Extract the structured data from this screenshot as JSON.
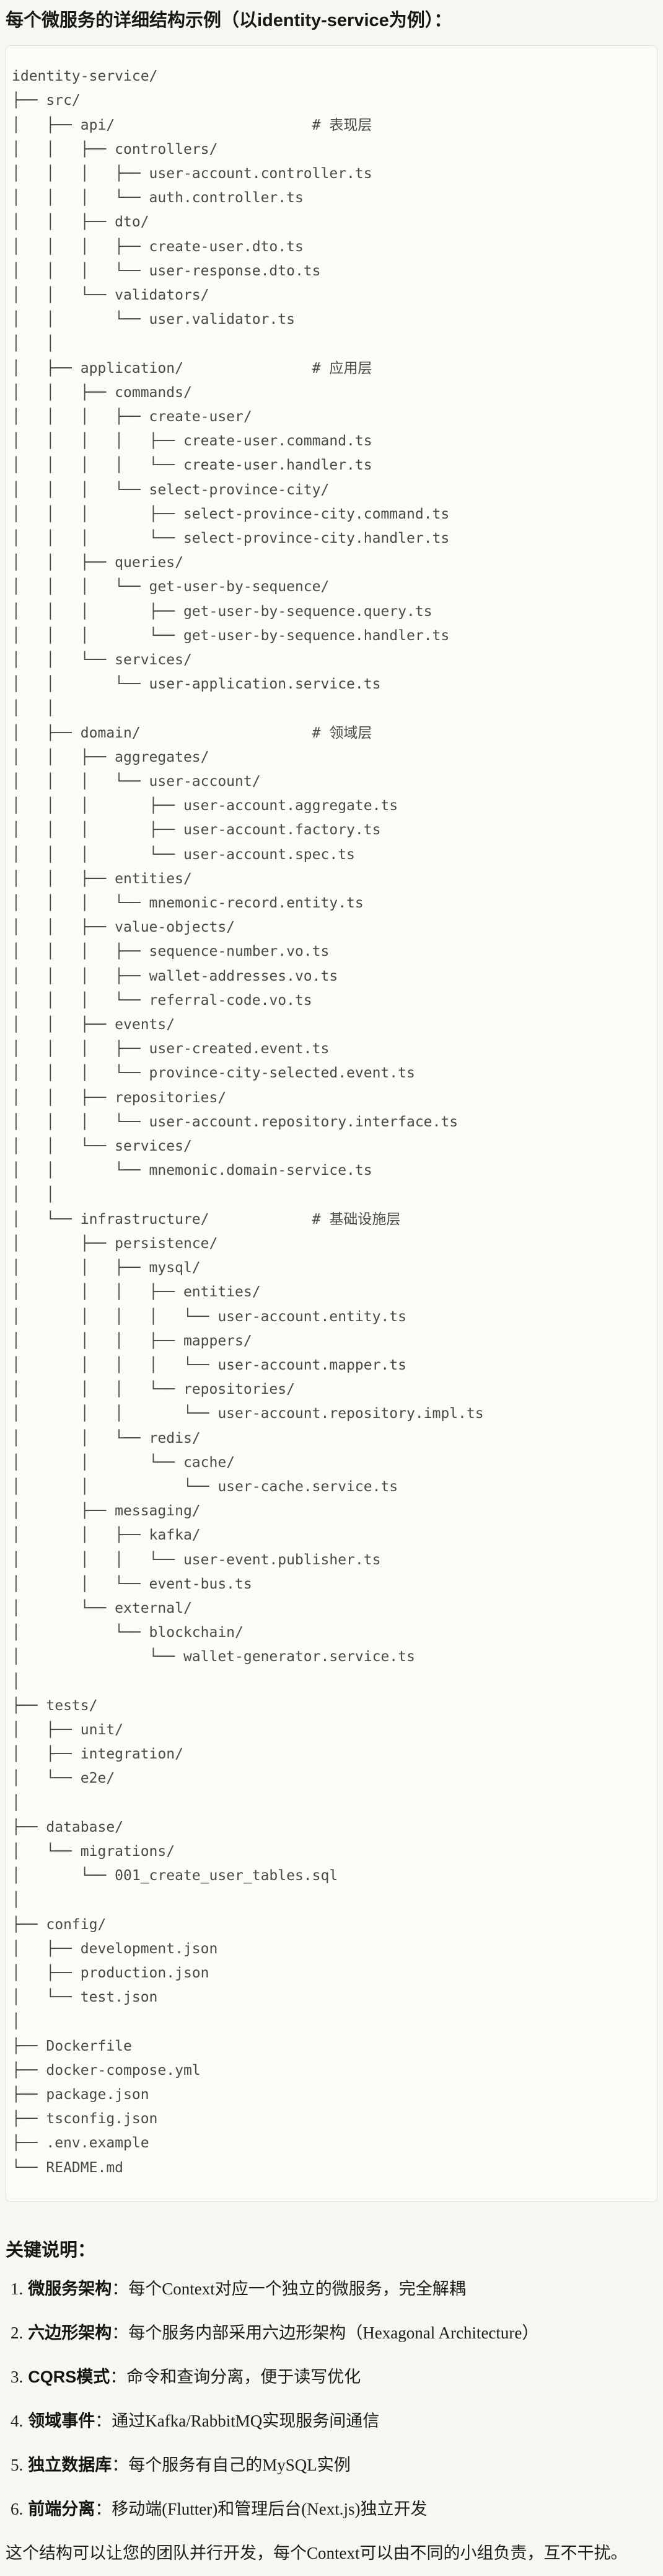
{
  "title": "每个微服务的详细结构示例（以identity-service为例）：",
  "colors": {
    "page_bg": "#f7f6f1",
    "code_bg": "#fcfbf7",
    "code_border": "#e3e1d8",
    "tree_text": "#4a4943",
    "heading_text": "#181711",
    "body_text": "#1e1d19"
  },
  "code_block": {
    "tree_lines": [
      "identity-service/",
      "├── src/",
      "│   ├── api/                       # 表现层",
      "│   │   ├── controllers/",
      "│   │   │   ├── user-account.controller.ts",
      "│   │   │   └── auth.controller.ts",
      "│   │   ├── dto/",
      "│   │   │   ├── create-user.dto.ts",
      "│   │   │   └── user-response.dto.ts",
      "│   │   └── validators/",
      "│   │       └── user.validator.ts",
      "│   │",
      "│   ├── application/               # 应用层",
      "│   │   ├── commands/",
      "│   │   │   ├── create-user/",
      "│   │   │   │   ├── create-user.command.ts",
      "│   │   │   │   └── create-user.handler.ts",
      "│   │   │   └── select-province-city/",
      "│   │   │       ├── select-province-city.command.ts",
      "│   │   │       └── select-province-city.handler.ts",
      "│   │   ├── queries/",
      "│   │   │   └── get-user-by-sequence/",
      "│   │   │       ├── get-user-by-sequence.query.ts",
      "│   │   │       └── get-user-by-sequence.handler.ts",
      "│   │   └── services/",
      "│   │       └── user-application.service.ts",
      "│   │",
      "│   ├── domain/                    # 领域层",
      "│   │   ├── aggregates/",
      "│   │   │   └── user-account/",
      "│   │   │       ├── user-account.aggregate.ts",
      "│   │   │       ├── user-account.factory.ts",
      "│   │   │       └── user-account.spec.ts",
      "│   │   ├── entities/",
      "│   │   │   └── mnemonic-record.entity.ts",
      "│   │   ├── value-objects/",
      "│   │   │   ├── sequence-number.vo.ts",
      "│   │   │   ├── wallet-addresses.vo.ts",
      "│   │   │   └── referral-code.vo.ts",
      "│   │   ├── events/",
      "│   │   │   ├── user-created.event.ts",
      "│   │   │   └── province-city-selected.event.ts",
      "│   │   ├── repositories/",
      "│   │   │   └── user-account.repository.interface.ts",
      "│   │   └── services/",
      "│   │       └── mnemonic.domain-service.ts",
      "│   │",
      "│   └── infrastructure/            # 基础设施层",
      "│       ├── persistence/",
      "│       │   ├── mysql/",
      "│       │   │   ├── entities/",
      "│       │   │   │   └── user-account.entity.ts",
      "│       │   │   ├── mappers/",
      "│       │   │   │   └── user-account.mapper.ts",
      "│       │   │   └── repositories/",
      "│       │   │       └── user-account.repository.impl.ts",
      "│       │   └── redis/",
      "│       │       └── cache/",
      "│       │           └── user-cache.service.ts",
      "│       ├── messaging/",
      "│       │   ├── kafka/",
      "│       │   │   └── user-event.publisher.ts",
      "│       │   └── event-bus.ts",
      "│       └── external/",
      "│           └── blockchain/",
      "│               └── wallet-generator.service.ts",
      "│",
      "├── tests/",
      "│   ├── unit/",
      "│   ├── integration/",
      "│   └── e2e/",
      "│",
      "├── database/",
      "│   └── migrations/",
      "│       └── 001_create_user_tables.sql",
      "│",
      "├── config/",
      "│   ├── development.json",
      "│   ├── production.json",
      "│   └── test.json",
      "│",
      "├── Dockerfile",
      "├── docker-compose.yml",
      "├── package.json",
      "├── tsconfig.json",
      "├── .env.example",
      "└── README.md"
    ]
  },
  "notes": {
    "heading": "关键说明：",
    "items": [
      {
        "num": "1.",
        "term": "微服务架构",
        "desc": "：每个Context对应一个独立的微服务，完全解耦"
      },
      {
        "num": "2.",
        "term": "六边形架构",
        "desc": "：每个服务内部采用六边形架构（Hexagonal Architecture）"
      },
      {
        "num": "3.",
        "term": "CQRS模式",
        "desc": "：命令和查询分离，便于读写优化"
      },
      {
        "num": "4.",
        "term": "领域事件",
        "desc": "：通过Kafka/RabbitMQ实现服务间通信"
      },
      {
        "num": "5.",
        "term": "独立数据库",
        "desc": "：每个服务有自己的MySQL实例"
      },
      {
        "num": "6.",
        "term": "前端分离",
        "desc": "：移动端(Flutter)和管理后台(Next.js)独立开发"
      }
    ],
    "closing": "这个结构可以让您的团队并行开发，每个Context可以由不同的小组负责，互不干扰。"
  }
}
